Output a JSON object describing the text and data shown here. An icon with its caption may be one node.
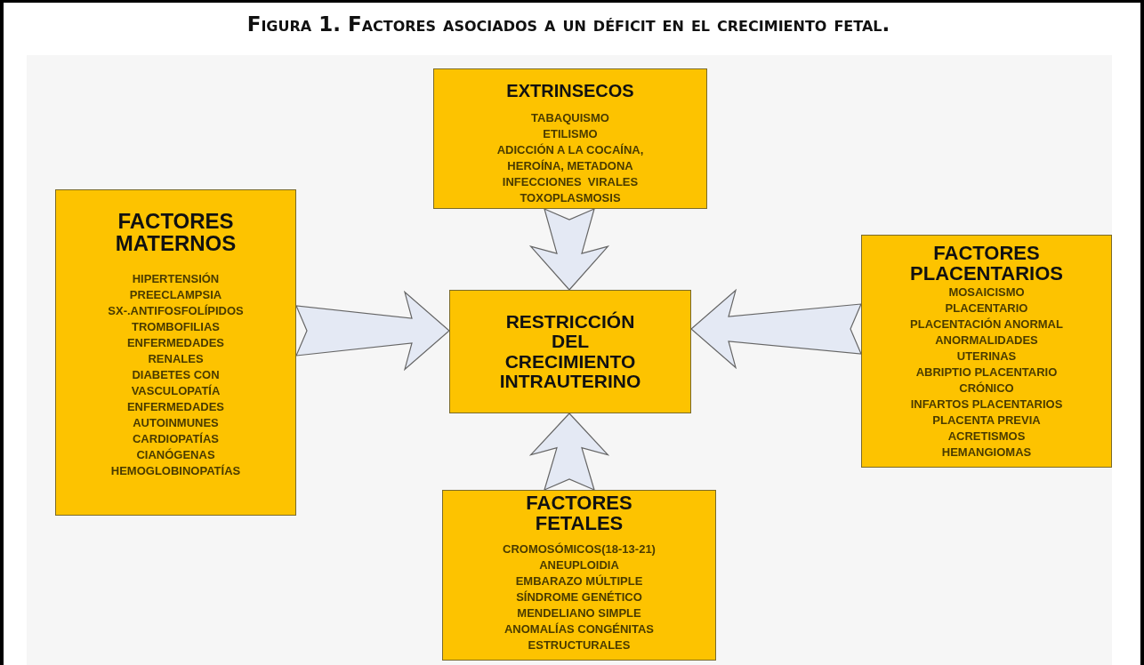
{
  "diagram": {
    "title": "Figura 1. Factores asociados a un déficit en el crecimiento fetal.",
    "nodes": [
      {
        "text": [
          "EXTRINSECOS",
          "TABAQUISMO",
          "ETILISMO",
          "ADICCIÓN A LA COCAÍNA,",
          "HEROÍNA, METADONA",
          "INFECCIONES  VIRALES",
          "TOXOPLASMOSIS"
        ]
      },
      {
        "text": [
          "FACTORES MATERNOS",
          "HIPERTENSIÓN",
          "PREECLAMPSIA",
          "SX-.ANTIFOSFOLÍPIDOS",
          "TROMBOFILIAS",
          "ENFERMEDADES",
          "RENALES",
          "DIABETES CON",
          "VASCULOPATÍA",
          "ENFERMEDADES",
          "AUTOINMUNES",
          "CARDIOPATÍAS",
          "CIANÓGENAS",
          "HEMOGLOBINOPATÍAS"
        ]
      },
      {
        "text": [
          "RESTRICCIÓN DEL CRECIMIENTO INTRAUTERINO"
        ]
      },
      {
        "text": [
          "FACTORES PLACENTARIOS",
          "MOSAICISMO",
          "PLACENTARIO",
          "PLACENTACIÓN ANORMAL",
          "ANORMALIDADES",
          "UTERINAS",
          "ABRIPTIO PLACENTARIO",
          "CRÓNICO",
          "INFARTOS PLACENTARIOS",
          "PLACENTA PREVIA",
          "ACRETISMOS",
          "HEMANGIOMAS"
        ]
      },
      {
        "text": [
          "FACTORES FETALES",
          "CROMOSÓMICOS(18-13-21)",
          "ANEUPLOIDIA",
          "EMBARAZO MÚLTIPLE",
          "SÍNDROME GENÉTICO",
          "MENDELIANO SIMPLE",
          "ANOMALÍAS CONGÉNITAS",
          "ESTRUCTURALES"
        ]
      }
    ],
    "edges": [
      {
        "from": 0,
        "to": 2,
        "arrow": "to"
      },
      {
        "from": 1,
        "to": 2,
        "arrow": "to"
      },
      {
        "from": 3,
        "to": 2,
        "arrow": "to"
      },
      {
        "from": 4,
        "to": 2,
        "arrow": "to"
      }
    ]
  }
}
